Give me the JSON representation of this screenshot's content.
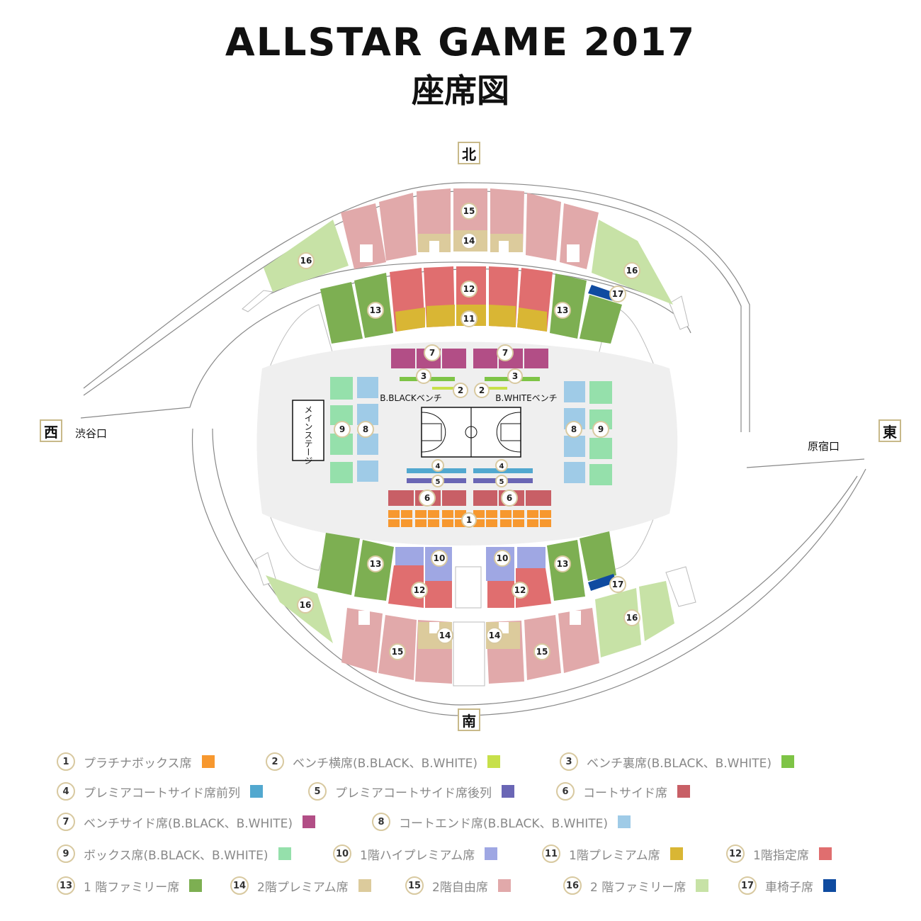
{
  "header": {
    "title": "ALLSTAR GAME 2017",
    "subtitle": "座席図"
  },
  "directions": {
    "north": "北",
    "south": "南",
    "west": "西",
    "east": "東"
  },
  "gates": {
    "west_gate": "渋谷口",
    "east_gate": "原宿口"
  },
  "stage": {
    "label": "メインステージ"
  },
  "benches": {
    "black": "B.BLACKベンチ",
    "white": "B.WHITEベンチ"
  },
  "colors": {
    "s1": "#f7982f",
    "s2": "#c7e04a",
    "s3": "#7ec446",
    "s4": "#52a8cf",
    "s5": "#6a66b5",
    "s6": "#c85f66",
    "s7": "#b24e86",
    "s8": "#9fcbe7",
    "s9": "#95e0ab",
    "s10": "#9fa7e3",
    "s11": "#d9b634",
    "s12": "#e06e6f",
    "s13": "#7daf52",
    "s14": "#dccb9c",
    "s15": "#e1a9aa",
    "s16": "#c7e2a6",
    "s17": "#0f4ba0"
  },
  "legend": [
    {
      "num": "1",
      "label": "プラチナボックス席"
    },
    {
      "num": "2",
      "label": "ベンチ横席(B.BLACK、B.WHITE)"
    },
    {
      "num": "3",
      "label": "ベンチ裏席(B.BLACK、B.WHITE)"
    },
    {
      "num": "4",
      "label": "プレミアコートサイド席前列"
    },
    {
      "num": "5",
      "label": "プレミアコートサイド席後列"
    },
    {
      "num": "6",
      "label": "コートサイド席"
    },
    {
      "num": "7",
      "label": "ベンチサイド席(B.BLACK、B.WHITE)"
    },
    {
      "num": "8",
      "label": "コートエンド席(B.BLACK、B.WHITE)"
    },
    {
      "num": "9",
      "label": "ボックス席(B.BLACK、B.WHITE)"
    },
    {
      "num": "10",
      "label": "1階ハイプレミアム席"
    },
    {
      "num": "11",
      "label": "1階プレミアム席"
    },
    {
      "num": "12",
      "label": "1階指定席"
    },
    {
      "num": "13",
      "label": "1 階ファミリー席"
    },
    {
      "num": "14",
      "label": "2階プレミアム席"
    },
    {
      "num": "15",
      "label": "2階自由席"
    },
    {
      "num": "16",
      "label": "2 階ファミリー席"
    },
    {
      "num": "17",
      "label": "車椅子席"
    }
  ]
}
